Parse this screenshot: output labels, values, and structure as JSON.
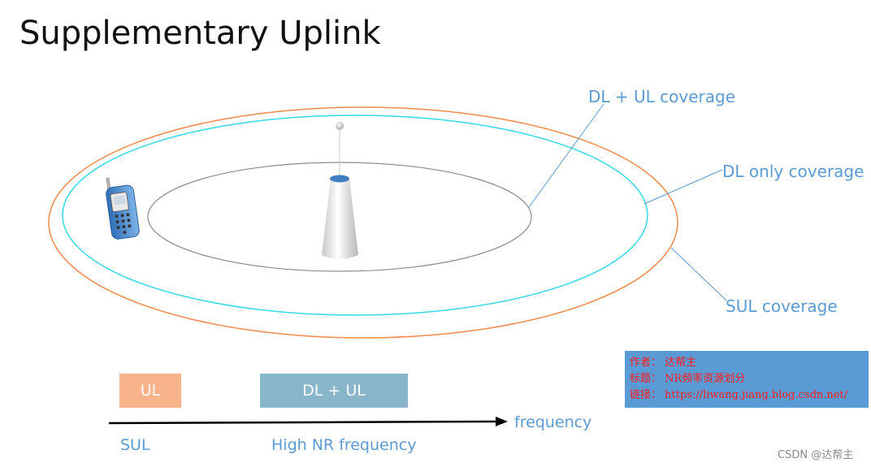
{
  "title": "Supplementary Uplink",
  "coverage_labels": {
    "dl_ul": "DL + UL coverage",
    "dl_only": "DL only coverage",
    "sul": "SUL coverage"
  },
  "bands": {
    "ul": "UL",
    "dl_ul": "DL + UL"
  },
  "axis": {
    "frequency": "frequency",
    "sul": "SUL",
    "high_nr": "High NR frequency"
  },
  "info_box": {
    "author": "作者： 达帮主",
    "title": "标题： NR频率资源划分",
    "link": "链接： https://liwang.jiang.blog.csdn.net/"
  },
  "watermark": "CSDN @达帮主",
  "colors": {
    "sul_ring": "#f08a4b",
    "dl_only_ring": "#35d8e6",
    "dl_ul_ring": "#8c8c8c",
    "label_blue": "#5b9bd5",
    "ul_band": "#f8b38b",
    "dl_ul_band": "#8ab6cc",
    "info_box_bg": "#5b9bd5",
    "info_text": "#ff1a1a"
  },
  "icons": [
    "base-station-icon",
    "mobile-phone-icon",
    "arrow-icon"
  ]
}
